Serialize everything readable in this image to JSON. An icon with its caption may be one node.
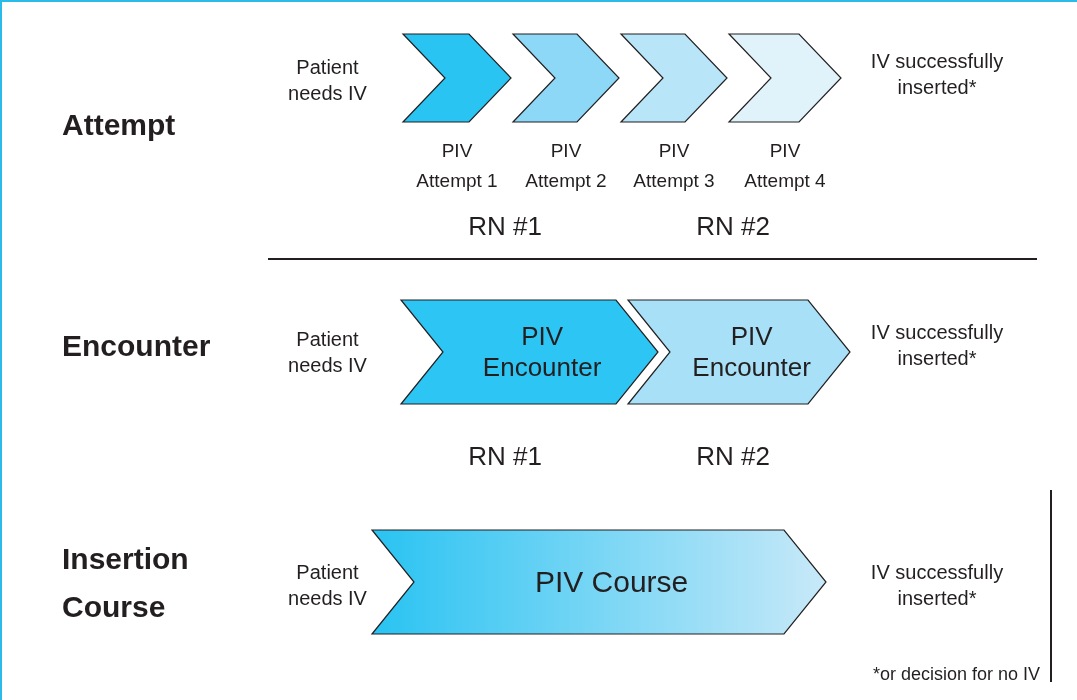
{
  "diagram": {
    "nodes": [
      {
        "text": [
          "PIV Attempt 1"
        ]
      },
      {
        "text": [
          "PIV Attempt 2"
        ]
      },
      {
        "text": [
          "PIV Attempt 3"
        ]
      },
      {
        "text": [
          "PIV Attempt 4"
        ]
      },
      {
        "text": [
          "PIV Encounter"
        ]
      },
      {
        "text": [
          "PIV Encounter"
        ]
      },
      {
        "text": [
          "PIV Course"
        ]
      }
    ],
    "edges": [],
    "labels": [
      "Attempt",
      "Patient needs IV",
      "IV successfully inserted*",
      "RN #1",
      "RN #2",
      "Encounter",
      "Patient needs IV",
      "IV successfully inserted*",
      "RN #1",
      "RN #2",
      "Insertion Course",
      "Patient needs IV",
      "IV successfully inserted*",
      "*or decision for no IV"
    ]
  }
}
